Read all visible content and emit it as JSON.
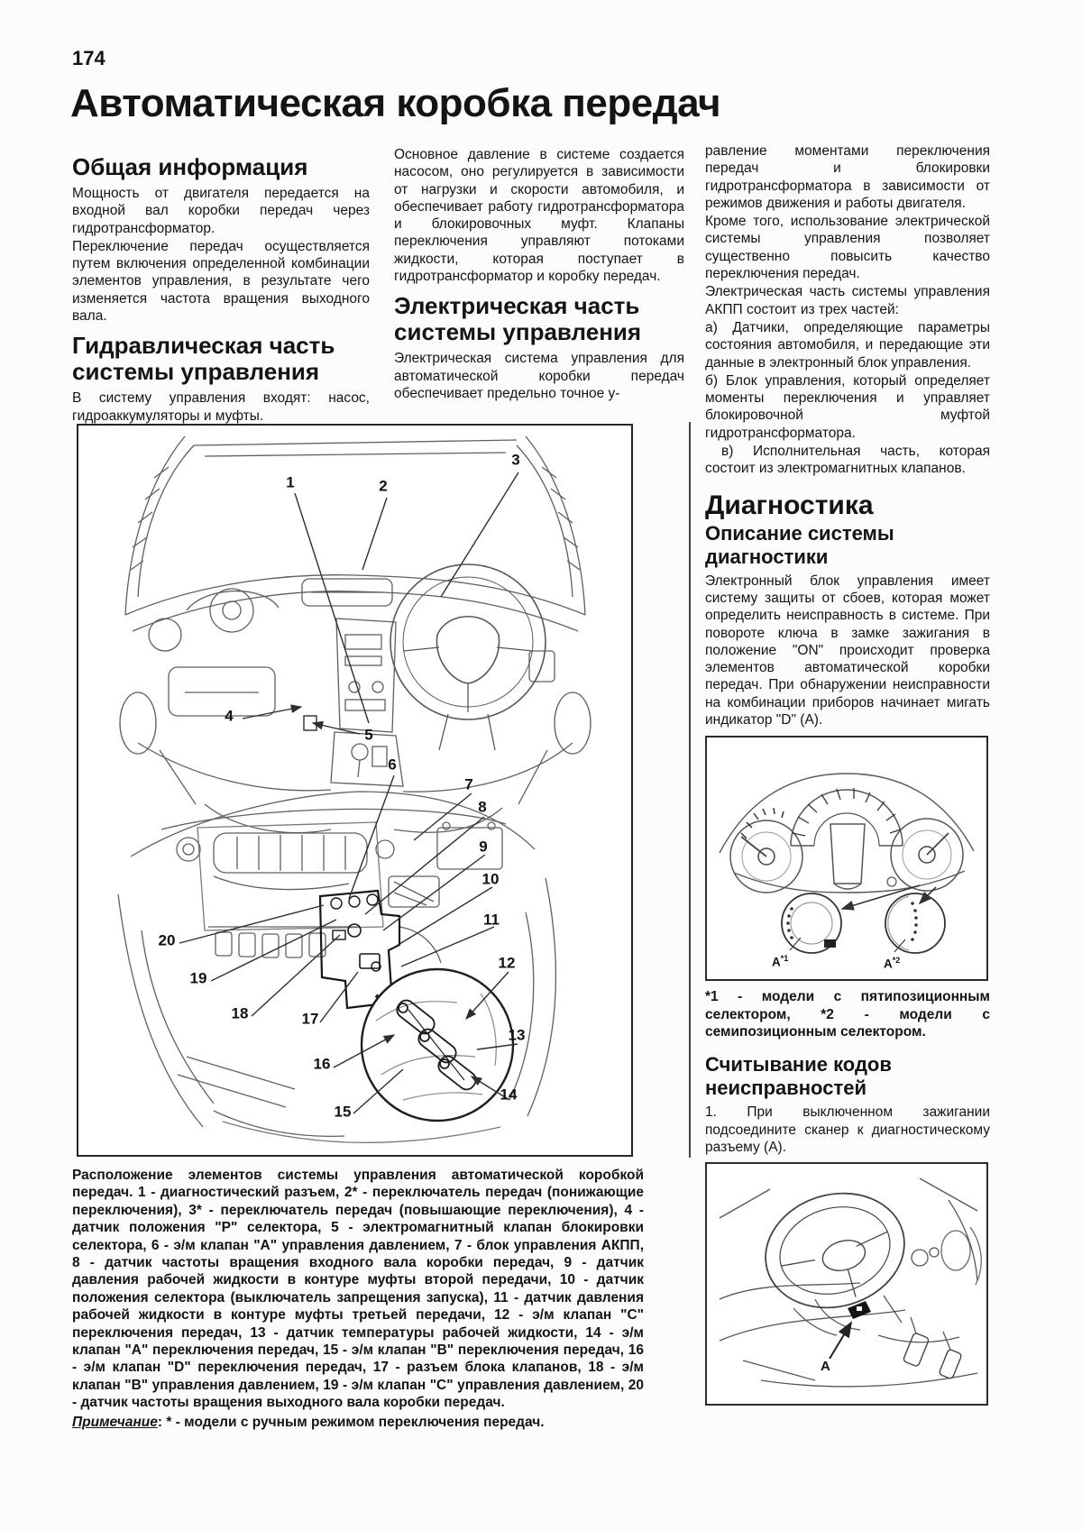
{
  "page": {
    "number": "174",
    "title": "Автоматическая коробка передач"
  },
  "col1": {
    "h_general": "Общая информация",
    "p1": "Мощность от двигателя передается на входной вал коробки передач через гидротрансформатор.",
    "p2": "Переключение передач осуществляется путем включения определенной комбинации элементов управления, в результате чего изменяется частота вращения выходного вала.",
    "h_hydraulic": "Гидравлическая часть системы управления",
    "p3": "В систему управления входят: насос, гидроаккумуляторы и муфты."
  },
  "col2": {
    "p1": "Основное давление в системе создается насосом, оно регулируется в зависимости от нагрузки и скорости автомобиля, и обеспечивает работу гидротрансформатора и блокировочных муфт. Клапаны переключения управляют потоками жидкости, которая поступает в гидротрансформатор и коробку передач.",
    "h_electric": "Электрическая часть системы управления",
    "p2": "Электрическая система управления для автоматической коробки передач обеспечивает предельно точное у-"
  },
  "col3": {
    "p1": "равление моментами переключения передач и блокировки гидротрансформатора в зависимости от режимов движения и работы двигателя.",
    "p2": "Кроме того, использование электрической системы управления позволяет существенно повысить качество переключения передач.",
    "p3": "Электрическая часть системы управления АКПП состоит из трех частей:",
    "item_a": "а) Датчики, определяющие параметры состояния автомобиля, и передающие эти данные в электронный блок управления.",
    "item_b": "б) Блок управления, который определяет моменты переключения и управляет блокировочной муфтой гидротрансформатора.",
    "item_v": "в) Исполнительная часть, которая состоит из электромагнитных клапанов.",
    "h_diag": "Диагностика",
    "h_diag_sys": "Описание системы диагностики",
    "p_diag": "Электронный блок управления имеет систему защиты от сбоев, которая может определить неисправность в системе. При повороте ключа в замке зажигания в положение \"ON\" происходит проверка элементов автоматической коробки передач. При обнаружении неисправности на комбинации приборов начинает мигать индикатор \"D\" (А).",
    "cluster_labels": {
      "a1": "A",
      "a1_sup": "*1",
      "a2": "A",
      "a2_sup": "*2"
    },
    "cluster_caption": "*1 - модели с пятипозиционным селектором, *2 - модели с семипозиционным селектором.",
    "h_codes": "Считывание кодов неисправностей",
    "p_codes": "1. При выключенном зажигании подсоедините сканер к диагностическому разъему (А).",
    "fig2_label": "А"
  },
  "main_figure": {
    "callouts": [
      "1",
      "2",
      "3",
      "4",
      "5",
      "6",
      "7",
      "8",
      "9",
      "10",
      "11",
      "12",
      "13",
      "14",
      "15",
      "16",
      "17",
      "18",
      "19",
      "20"
    ]
  },
  "caption": {
    "text": "Расположение элементов системы управления автоматической коробкой передач. 1 - диагностический разъем, 2* - переключатель передач (понижающие переключения), 3* - переключатель передач (повышающие переключения), 4 - датчик положения \"Р\" селектора, 5 - электромагнитный клапан блокировки селектора, 6 - э/м клапан \"А\" управления давлением, 7 - блок управления АКПП, 8 - датчик частоты вращения входного вала коробки передач, 9 - датчик давления рабочей жидкости в контуре муфты второй передачи, 10 - датчик положения селектора (выключатель запрещения запуска), 11 - датчик давления рабочей жидкости в контуре муфты третьей передачи, 12 - э/м клапан \"С\" переключения передач, 13 - датчик температуры рабочей жидкости, 14 - э/м клапан \"А\" переключения передач, 15 - э/м клапан \"В\" переключения передач, 16 - э/м клапан \"D\" переключения передач, 17 - разъем блока клапанов, 18 - э/м клапан \"В\" управления давлением, 19 - э/м клапан \"С\" управления давлением, 20 - датчик частоты вращения выходного вала коробки передач.",
    "note_label": "Примечание",
    "note_text": ": * - модели с ручным режимом переключения передач."
  }
}
